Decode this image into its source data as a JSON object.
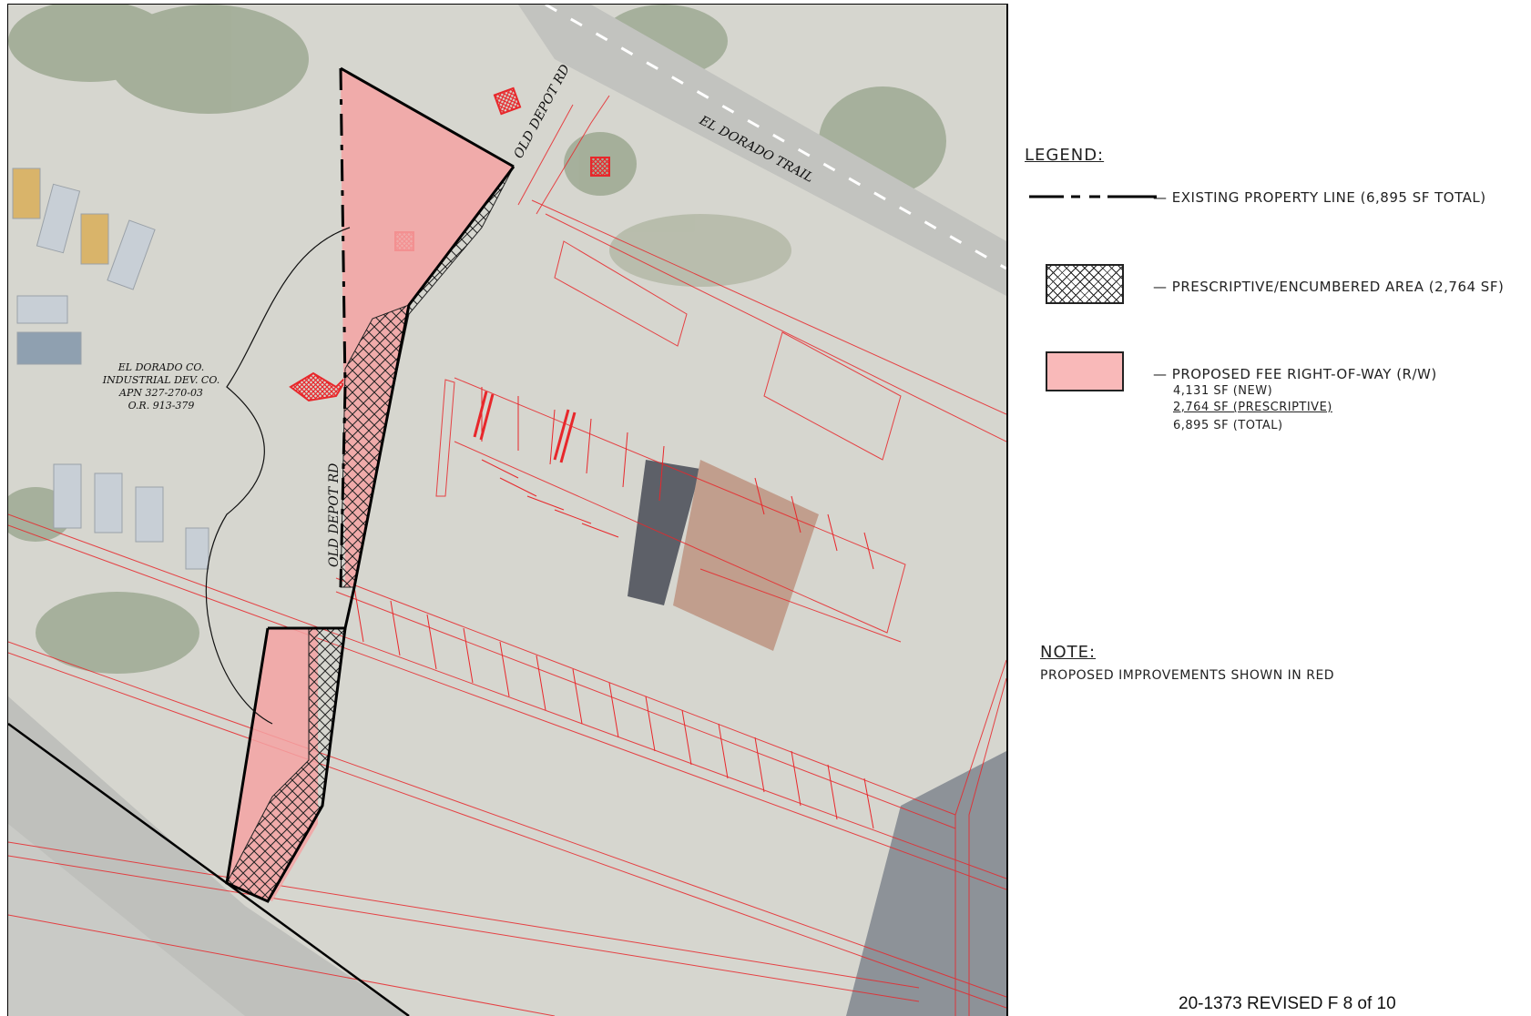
{
  "map": {
    "labels": {
      "old_depot_rd_north": "OLD DEPOT RD",
      "old_depot_rd_south": "OLD DEPOT RD",
      "el_dorado_trail": "EL DORADO TRAIL",
      "parcel_line1": "EL DORADO CO.",
      "parcel_line2": "INDUSTRIAL DEV. CO.",
      "parcel_line3": "APN 327-270-03",
      "parcel_line4": "O.R. 913-379"
    },
    "colors": {
      "proposed_red": "#e8272b",
      "fee_row_fill": "#f4a3a3",
      "property_line": "#000000"
    }
  },
  "legend": {
    "title": "LEGEND:",
    "property_line_label": "— EXISTING PROPERTY LINE (6,895 SF TOTAL)",
    "prescriptive_label": "— PRESCRIPTIVE/ENCUMBERED AREA (2,764 SF)",
    "fee_row_label": "— PROPOSED FEE RIGHT-OF-WAY (R/W)",
    "fee_row_new": "4,131 SF (NEW)",
    "fee_row_prescriptive": "2,764 SF (PRESCRIPTIVE)",
    "fee_row_total": "6,895 SF (TOTAL)",
    "swatch_fill": "#f9b9b9"
  },
  "note": {
    "title": "NOTE:",
    "text": "PROPOSED IMPROVEMENTS SHOWN IN RED"
  },
  "sheet_ref": "20-1373 REVISED  F 8 of 10"
}
